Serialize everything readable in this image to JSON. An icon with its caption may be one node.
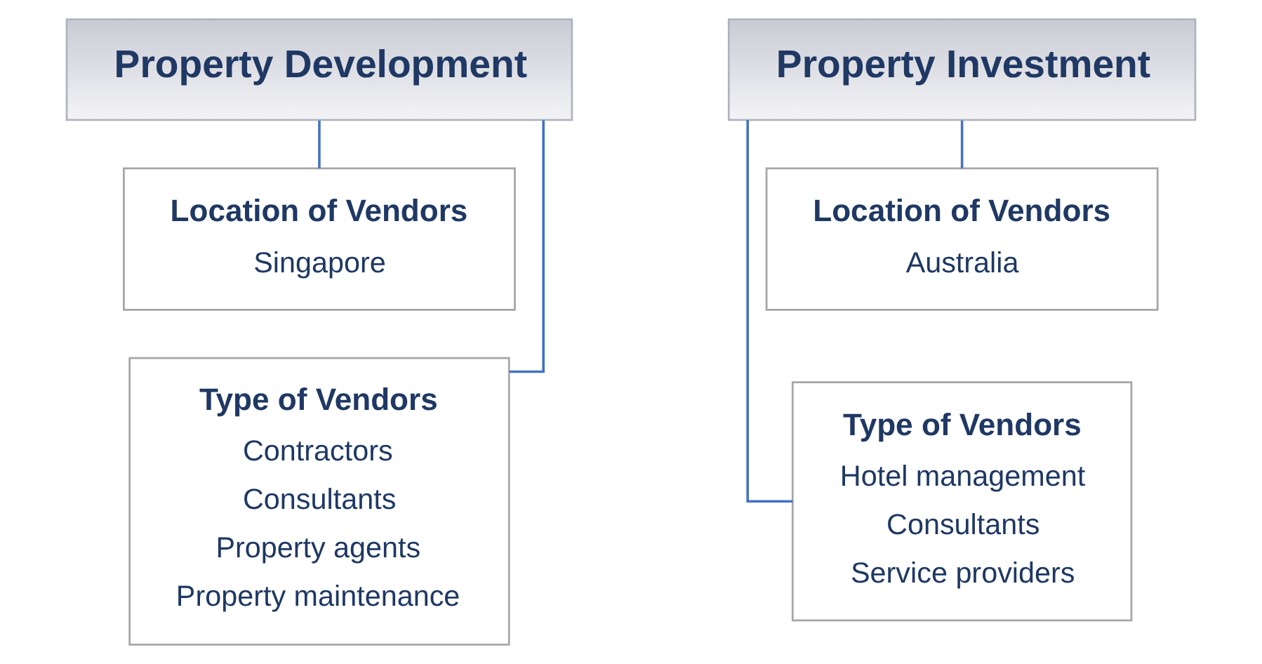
{
  "diagram": {
    "nodes": [
      {
        "text": [
          "Property Development"
        ]
      },
      {
        "text": [
          "Location of Vendors",
          "Singapore"
        ]
      },
      {
        "text": [
          "Type of Vendors",
          "Contractors",
          "Consultants",
          "Property agents",
          "Property maintenance"
        ]
      },
      {
        "text": [
          "Property Investment"
        ]
      },
      {
        "text": [
          "Location of Vendors",
          "Australia"
        ]
      },
      {
        "text": [
          "Type of Vendors",
          "Hotel management",
          "Consultants",
          "Service providers"
        ]
      }
    ],
    "edges": [
      {
        "from": 0,
        "to": 1,
        "arrow": "none"
      },
      {
        "from": 0,
        "to": 2,
        "arrow": "none"
      },
      {
        "from": 3,
        "to": 4,
        "arrow": "none"
      },
      {
        "from": 3,
        "to": 5,
        "arrow": "none"
      }
    ]
  }
}
